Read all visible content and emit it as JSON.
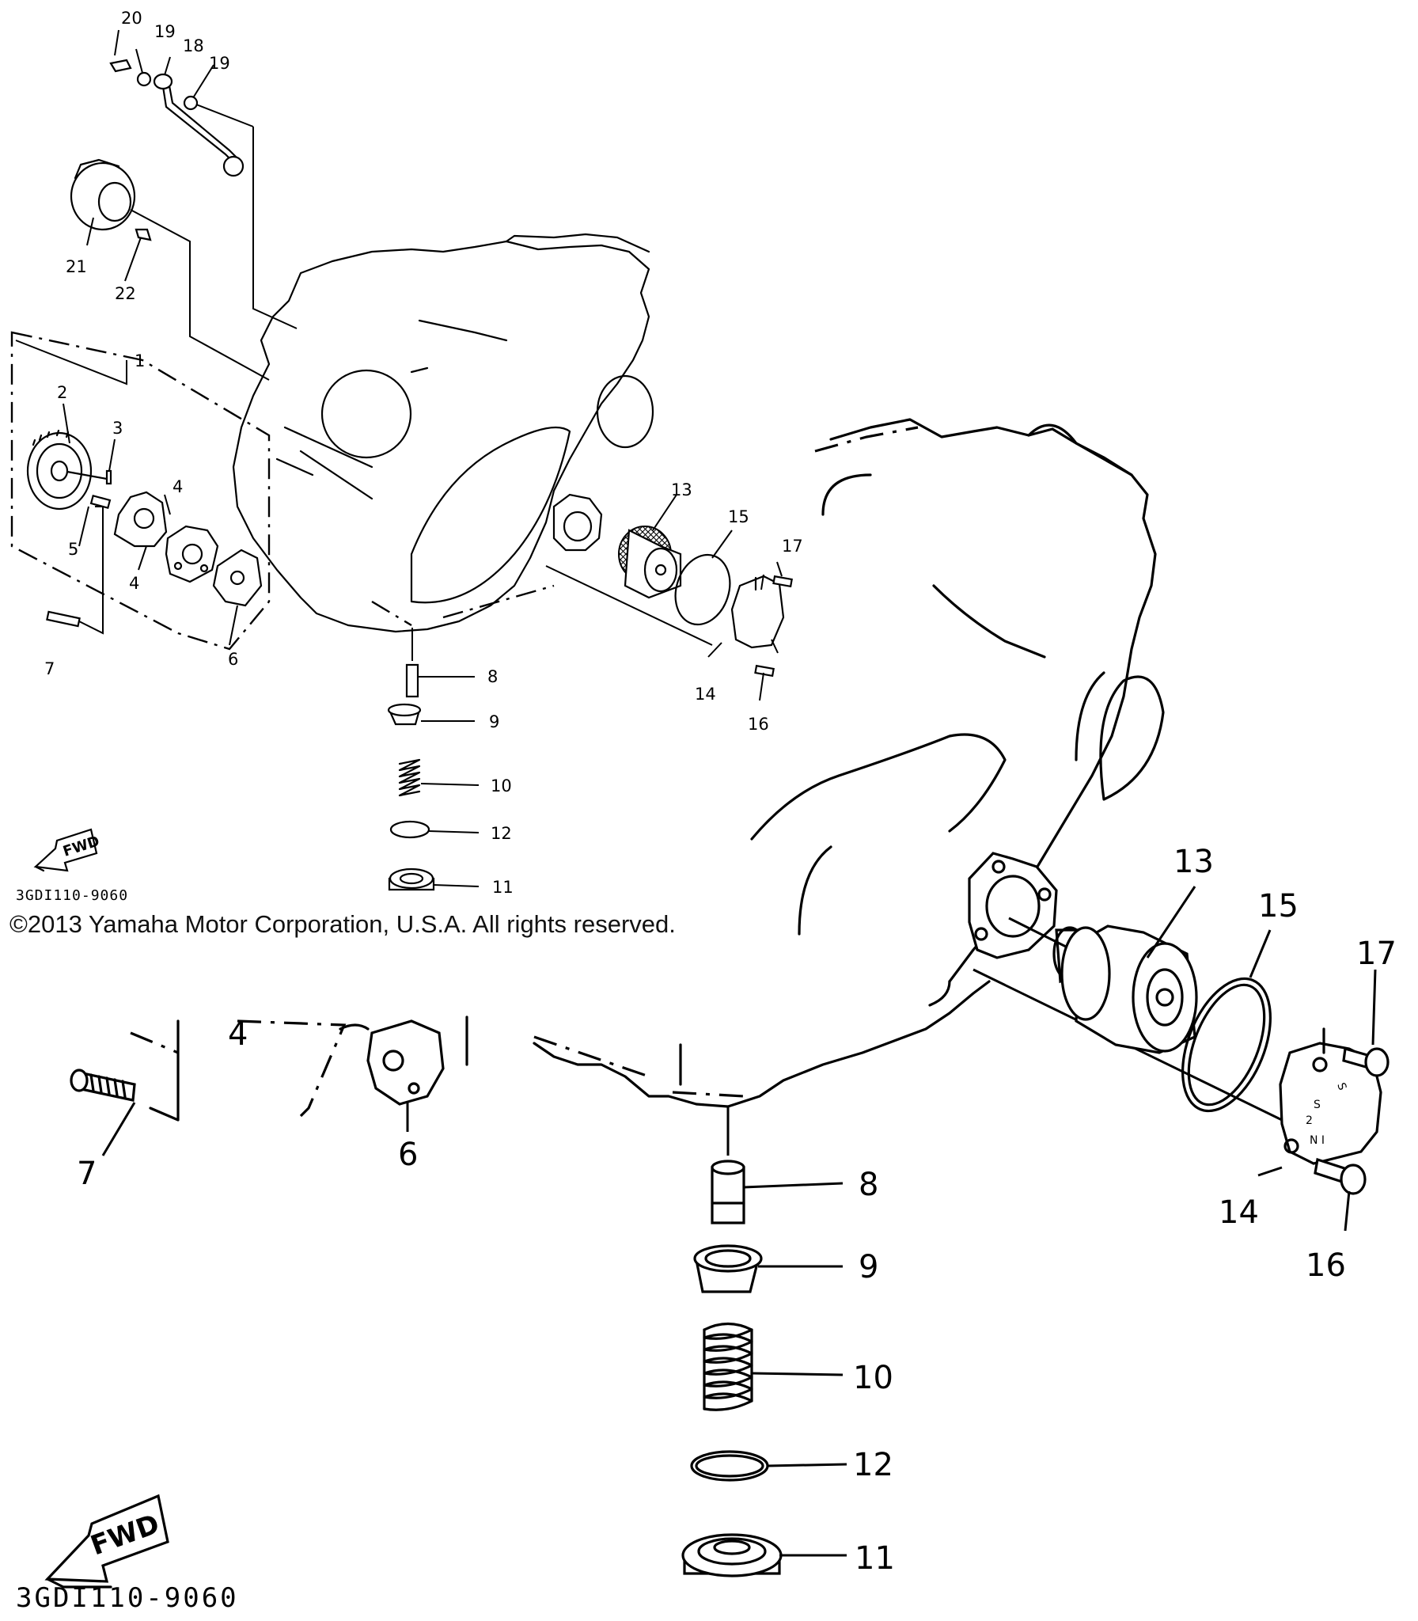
{
  "copyright": "©2013 Yamaha Motor Corporation, U.S.A. All rights reserved.",
  "diagram_code": "3GDI110-9060",
  "fwd_label": "FWD",
  "small_view": {
    "callouts": [
      "1",
      "2",
      "3",
      "4",
      "4",
      "5",
      "6",
      "7",
      "8",
      "9",
      "10",
      "11",
      "12",
      "13",
      "14",
      "15",
      "16",
      "17",
      "18",
      "19",
      "19",
      "20",
      "21",
      "22"
    ]
  },
  "enlarged_view": {
    "callouts": [
      "4",
      "6",
      "7",
      "8",
      "9",
      "10",
      "11",
      "12",
      "13",
      "14",
      "15",
      "16",
      "17"
    ]
  }
}
